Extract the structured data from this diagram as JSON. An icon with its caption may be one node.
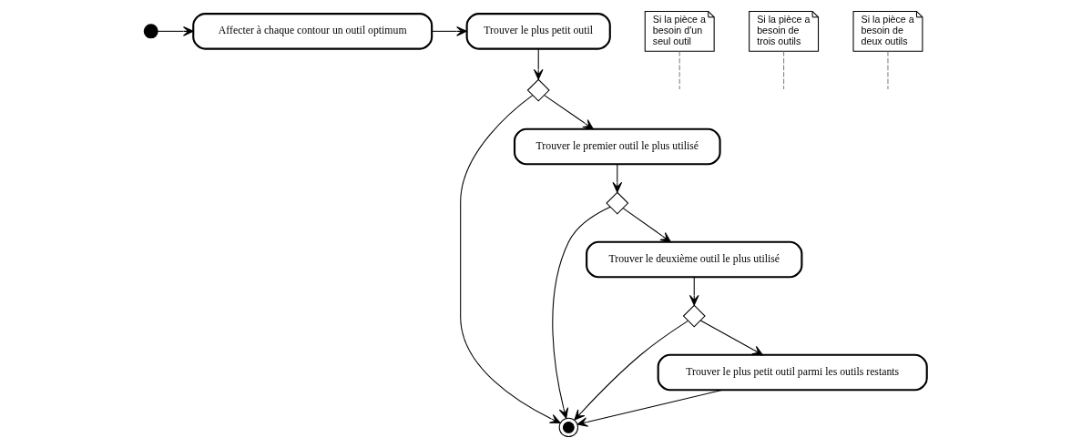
{
  "diagram": {
    "nodes": [
      {
        "text": [],
        "shape": "circle"
      },
      {
        "text": [
          "Affecter à chaque contour un outil optimum"
        ]
      },
      {
        "text": [
          "Trouver le plus petit outil"
        ]
      },
      {
        "text": [],
        "shape": "diamond"
      },
      {
        "text": [],
        "shape": "circle"
      },
      {
        "text": [
          "Trouver le premier outil le plus utilisé"
        ]
      },
      {
        "text": [],
        "shape": "diamond"
      },
      {
        "text": [
          "Trouver le deuxième outil le plus utilisé"
        ]
      },
      {
        "text": [],
        "shape": "diamond"
      },
      {
        "text": [
          "Trouver le plus petit outil parmi les outils restants"
        ]
      },
      {
        "text": [
          "Si la pièce a besoin d'un seul outil"
        ]
      },
      {
        "text": [
          "Si la pièce a besoin de trois outils"
        ]
      },
      {
        "text": [
          "Si la pièce a besoin de deux outils"
        ]
      }
    ],
    "edges": [
      {
        "from": 0,
        "to": 1,
        "arrow": "to"
      },
      {
        "from": 1,
        "to": 2,
        "arrow": "to"
      },
      {
        "from": 2,
        "to": 3,
        "arrow": "to"
      },
      {
        "from": 3,
        "to": 4,
        "arrow": "to"
      },
      {
        "from": 3,
        "to": 5,
        "arrow": "to"
      },
      {
        "from": 5,
        "to": 6,
        "arrow": "to"
      },
      {
        "from": 6,
        "to": 4,
        "arrow": "to"
      },
      {
        "from": 6,
        "to": 7,
        "arrow": "to"
      },
      {
        "from": 7,
        "to": 8,
        "arrow": "to"
      },
      {
        "from": 8,
        "to": 4,
        "arrow": "to"
      },
      {
        "from": 8,
        "to": 9,
        "arrow": "to"
      },
      {
        "from": 9,
        "to": 4,
        "arrow": "to"
      },
      {
        "from": 10,
        "to": null,
        "arrow": "none",
        "style": "dashed",
        "color": "#808080"
      },
      {
        "from": 11,
        "to": null,
        "arrow": "none",
        "style": "dashed",
        "color": "#808080"
      },
      {
        "from": 12,
        "to": null,
        "arrow": "none",
        "style": "dashed",
        "color": "#808080"
      }
    ]
  }
}
